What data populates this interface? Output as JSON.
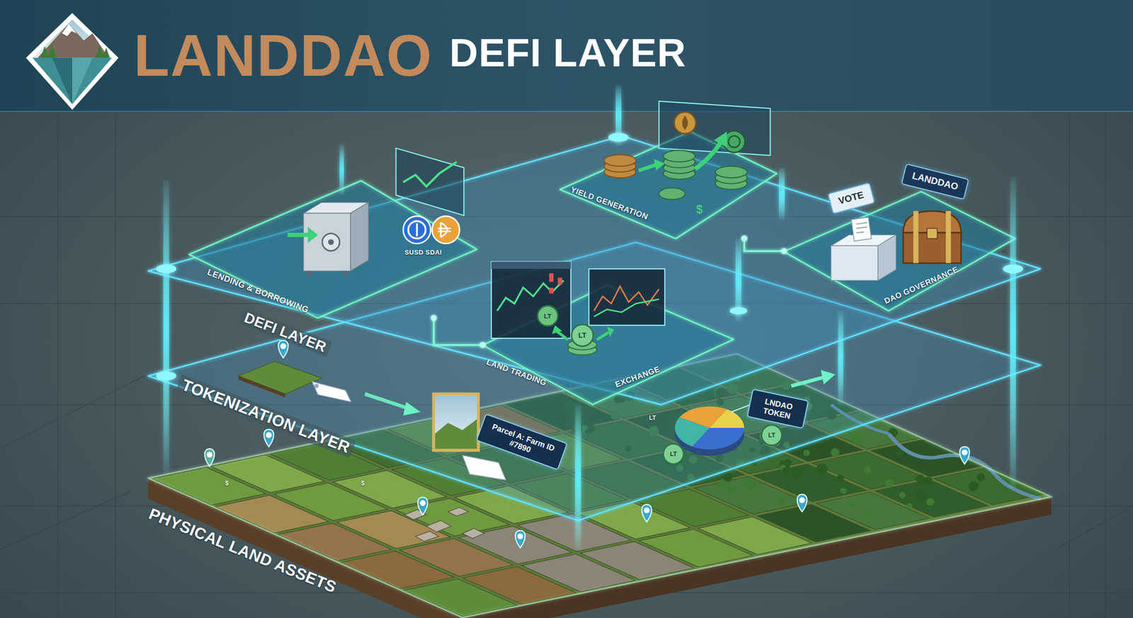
{
  "diagram": {
    "title": "LANDDAO",
    "nodes": [
      {
        "text": [
          "DEFI LAYER"
        ]
      },
      {
        "text": [
          "LENDING & BORROWING",
          "SUSD SDAI"
        ],
        "in": 0
      },
      {
        "text": [
          "YIELD GENERATION"
        ],
        "in": 0
      },
      {
        "text": [
          "LAND TRADING",
          "EXCHANGE"
        ],
        "in": 0
      },
      {
        "text": [
          "DAO GOVERNANCE"
        ],
        "in": 0
      },
      {
        "text": [
          "VOTE"
        ],
        "in": 4
      },
      {
        "text": [
          "LANDDAO"
        ],
        "in": 4
      },
      {
        "text": [
          "TOKENIZATION LAYER"
        ]
      },
      {
        "text": [
          "Parcel A: Farm ID #7890"
        ],
        "in": 7
      },
      {
        "text": [
          "LNDAO TOKEN"
        ],
        "in": 7
      },
      {
        "text": [
          "PHYSICAL LAND ASSETS"
        ]
      }
    ],
    "edges": [
      {
        "from": 1,
        "to": 3,
        "arrow": "none"
      },
      {
        "from": 2,
        "to": 4,
        "arrow": "none"
      }
    ],
    "labels": [
      "DEFI LAYER",
      "$",
      "LT",
      "LT",
      "LT",
      "LT",
      "LT",
      "$",
      "$"
    ]
  }
}
